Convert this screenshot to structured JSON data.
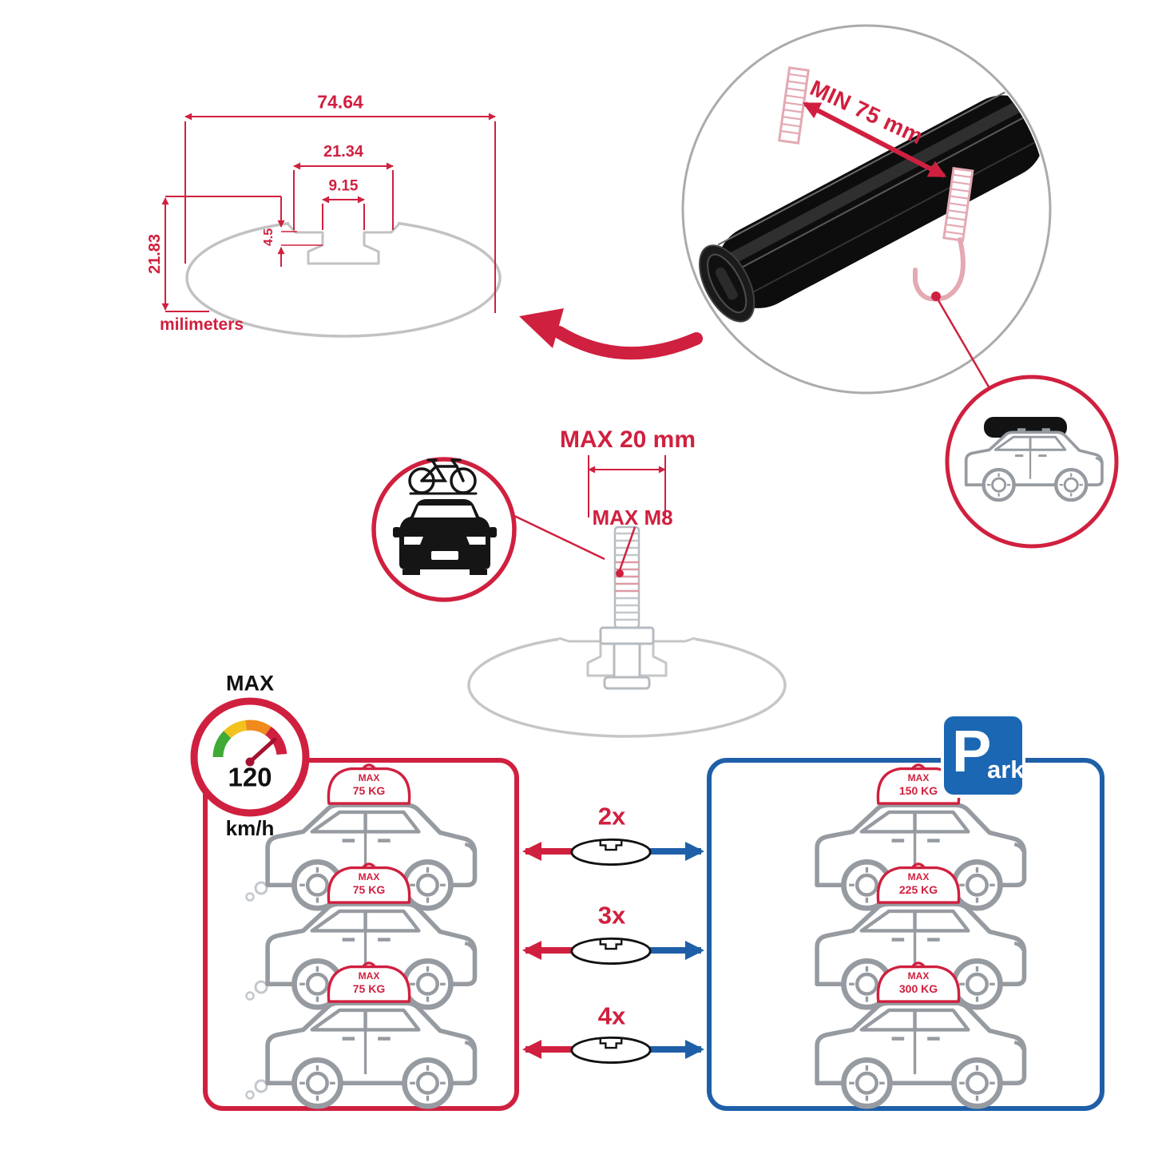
{
  "colors": {
    "accent_red": "#d0203f",
    "accent_blue": "#1e5fa8",
    "bar_black": "#0d0d0d",
    "outline_grey": "#c2c2c2"
  },
  "cross_section_diagram": {
    "total_width": "74.64",
    "plateau_width": "21.34",
    "slot_width": "9.15",
    "step_depth": "4.5",
    "total_height": "21.83",
    "unit_label": "milimeters"
  },
  "clamp_detail": {
    "min_span_label": "MIN 75 mm"
  },
  "bolt_detail": {
    "max_length_label": "MAX 20 mm",
    "max_thread_label": "MAX M8"
  },
  "speed_badge": {
    "top_label": "MAX",
    "value": "120",
    "unit": "km/h"
  },
  "parking_sign": {
    "letter": "P",
    "suffix": "ark"
  },
  "comparison": {
    "rows": [
      {
        "multiplier": "2x",
        "driving_load": {
          "line1": "MAX",
          "line2": "75 KG"
        },
        "parked_load": {
          "line1": "MAX",
          "line2": "150 KG"
        }
      },
      {
        "multiplier": "3x",
        "driving_load": {
          "line1": "MAX",
          "line2": "75 KG"
        },
        "parked_load": {
          "line1": "MAX",
          "line2": "225 KG"
        }
      },
      {
        "multiplier": "4x",
        "driving_load": {
          "line1": "MAX",
          "line2": "75 KG"
        },
        "parked_load": {
          "line1": "MAX",
          "line2": "300 KG"
        }
      }
    ]
  },
  "icons": {
    "speedometer": "gauge arc with needle",
    "parking": "blue P sign",
    "suv_side": "suv outline side view",
    "car_front_bike": "car front with bicycle on roof",
    "suv_roofbox": "suv with black roof box",
    "crossbar_section": "crossbar cross-section ellipse"
  }
}
